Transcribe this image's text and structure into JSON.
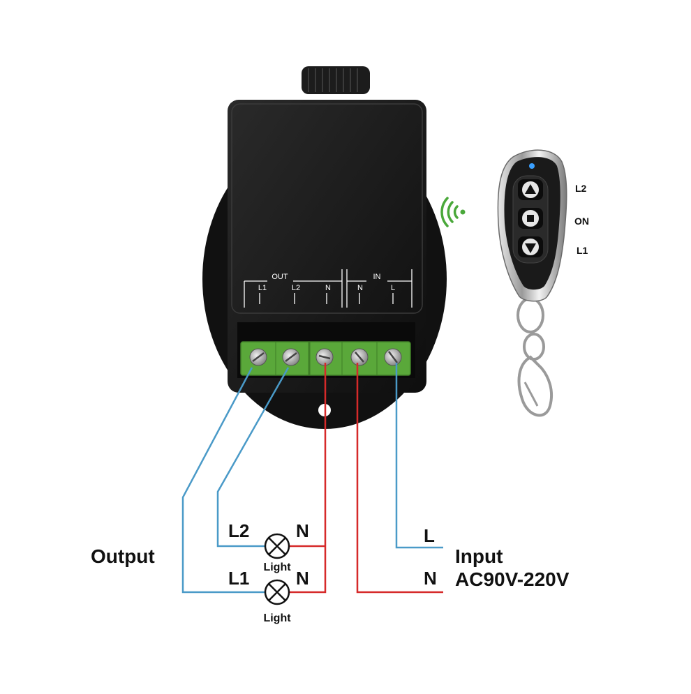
{
  "relay": {
    "out_header": "OUT",
    "in_header": "IN",
    "terminals": [
      "L1",
      "L2",
      "N",
      "N",
      "L"
    ]
  },
  "remote": {
    "buttons": [
      "L2",
      "ON",
      "L1"
    ]
  },
  "output": {
    "title": "Output",
    "loads": [
      {
        "line": "L2",
        "neutral": "N",
        "label": "Light"
      },
      {
        "line": "L1",
        "neutral": "N",
        "label": "Light"
      }
    ]
  },
  "input": {
    "line": "L",
    "neutral": "N",
    "title": "Input",
    "voltage": "AC90V-220V"
  },
  "colors": {
    "live_wire": "#4a9ac8",
    "neutral_wire": "#d62a2a",
    "terminal_green": "#5aa83a",
    "signal_green": "#4aa83a",
    "led_blue": "#3aa0ff"
  }
}
